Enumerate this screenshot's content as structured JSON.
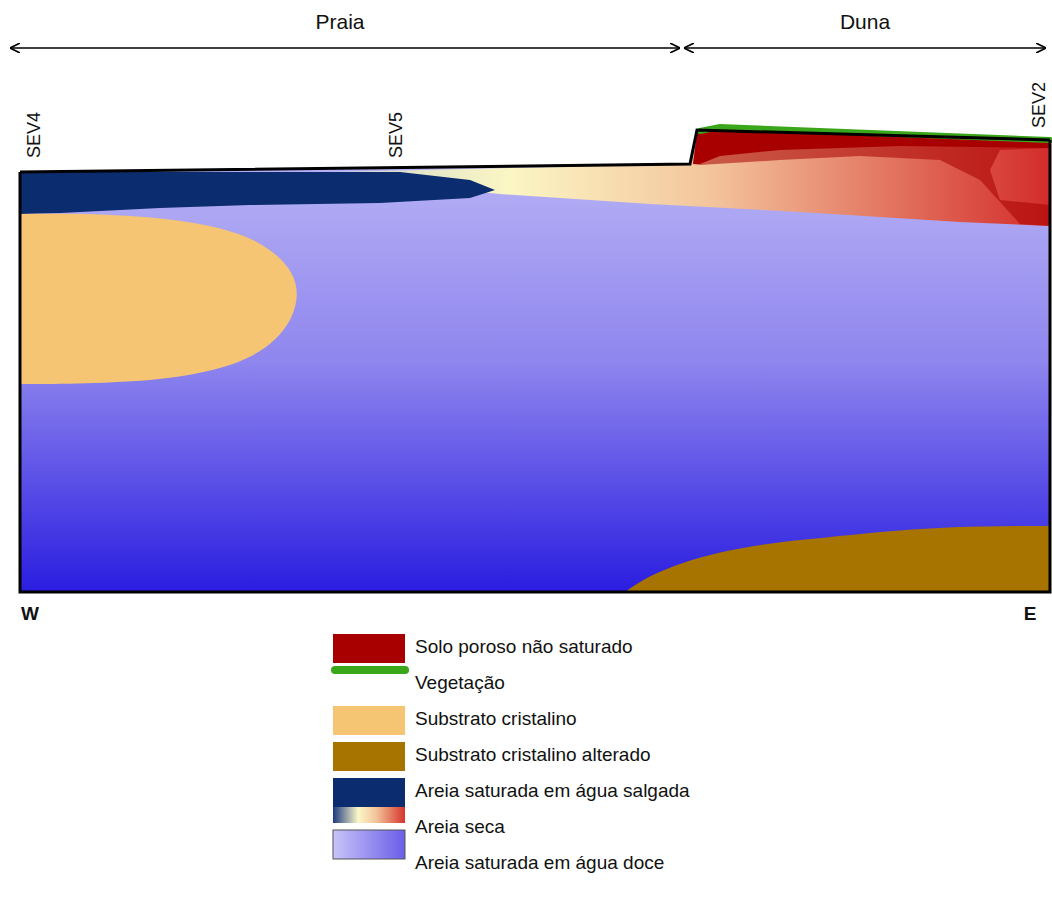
{
  "diagram": {
    "labels": [
      "Praia",
      "Duna",
      "SEV4",
      "SEV5",
      "SEV2",
      "W",
      "E"
    ],
    "legend": [
      {
        "text": "Solo poroso não saturado",
        "color": "#a80000"
      },
      {
        "text": "Vegetação"
      },
      {
        "text": "Substrato  cristalino",
        "color": "#f5c573"
      },
      {
        "text": "Substrato cristalino alterado",
        "color": "#a87400"
      },
      {
        "text": "Areia saturada em água salgada",
        "color": "#0b2c6e"
      },
      {
        "text": "Areia seca"
      },
      {
        "text": "Areia saturada em água doce"
      }
    ]
  }
}
